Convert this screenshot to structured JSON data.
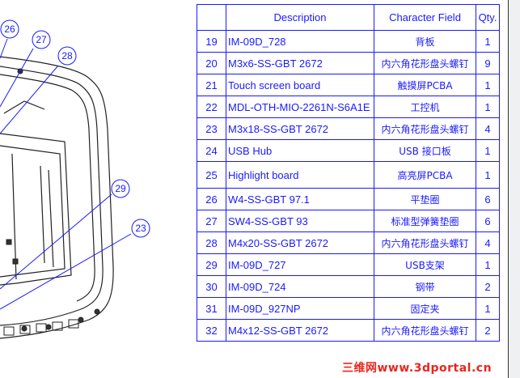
{
  "table": {
    "headers": {
      "no": "",
      "description": "Description",
      "character_field": "Character Field",
      "qty": "Qty."
    },
    "rows": [
      {
        "no": "19",
        "description": "IM-09D_728",
        "character_field": "背板",
        "qty": "1"
      },
      {
        "no": "20",
        "description": "M3x6-SS-GBT 2672",
        "character_field": "内六角花形盘头螺钉",
        "qty": "9"
      },
      {
        "no": "21",
        "description": "Touch screen board",
        "character_field": "触摸屏PCBA",
        "qty": "1"
      },
      {
        "no": "22",
        "description": "MDL-OTH-MIO-2261N-S6A1E",
        "character_field": "工控机",
        "qty": "1"
      },
      {
        "no": "23",
        "description": "M3x18-SS-GBT 2672",
        "character_field": "内六角花形盘头螺钉",
        "qty": "4"
      },
      {
        "no": "24",
        "description": "USB Hub",
        "character_field": "USB 接口板",
        "qty": "1"
      },
      {
        "no": "25",
        "description": "Highlight board",
        "character_field": "高亮屏PCBA",
        "qty": "1"
      },
      {
        "no": "26",
        "description": "W4-SS-GBT 97.1",
        "character_field": "平垫圈",
        "qty": "6"
      },
      {
        "no": "27",
        "description": "SW4-SS-GBT 93",
        "character_field": "标准型弹簧垫圈",
        "qty": "6"
      },
      {
        "no": "28",
        "description": "M4x20-SS-GBT 2672",
        "character_field": "内六角花形盘头螺钉",
        "qty": "4"
      },
      {
        "no": "29",
        "description": "IM-09D_727",
        "character_field": "USB支架",
        "qty": "1"
      },
      {
        "no": "30",
        "description": "IM-09D_724",
        "character_field": "钢带",
        "qty": "2"
      },
      {
        "no": "31",
        "description": "IM-09D_927NP",
        "character_field": "固定夹",
        "qty": "1"
      },
      {
        "no": "32",
        "description": "M4x12-SS-GBT 2672",
        "character_field": "内六角花形盘头螺钉",
        "qty": "2"
      }
    ]
  },
  "callouts": [
    {
      "label": "26"
    },
    {
      "label": "27"
    },
    {
      "label": "28"
    },
    {
      "label": "29"
    },
    {
      "label": "23"
    }
  ],
  "watermark": "三维网www.3dportal.cn",
  "colors": {
    "table": "#1a1aff",
    "callout": "#1a1aff",
    "drawing": "#222222",
    "watermark": "#e8261e"
  }
}
